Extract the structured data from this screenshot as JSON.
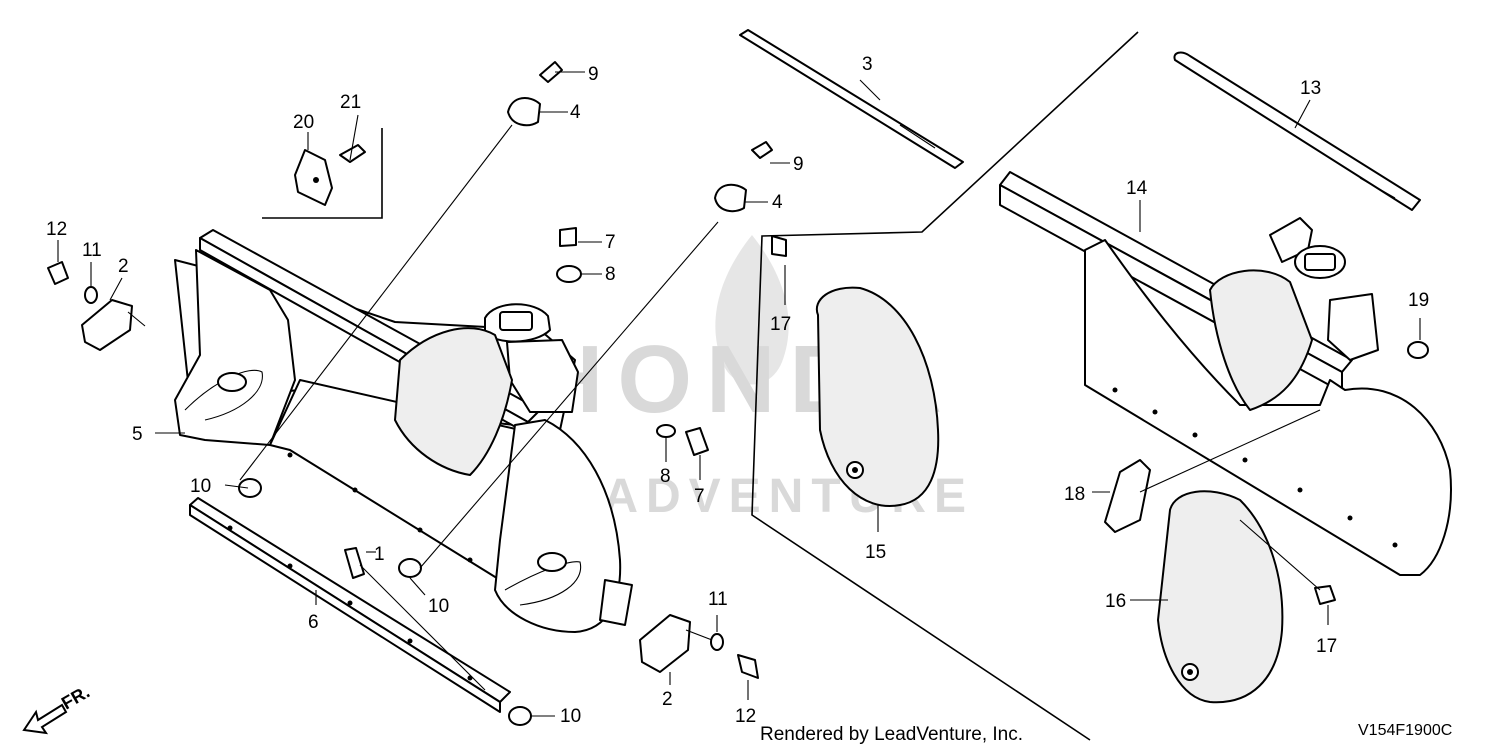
{
  "watermark": {
    "brand": "HONDA",
    "sub": "LEADVENTURE"
  },
  "footer": {
    "rendered_by": "Rendered by LeadVenture, Inc.",
    "diagram_code": "V154F1900C"
  },
  "direction": {
    "label": "FR."
  },
  "callouts": {
    "c1": "1",
    "c2a": "2",
    "c2b": "2",
    "c3": "3",
    "c4a": "4",
    "c4b": "4",
    "c5": "5",
    "c6": "6",
    "c7a": "7",
    "c7b": "7",
    "c8a": "8",
    "c8b": "8",
    "c9a": "9",
    "c9b": "9",
    "c10a": "10",
    "c10b": "10",
    "c10c": "10",
    "c11a": "11",
    "c11b": "11",
    "c12a": "12",
    "c12b": "12",
    "c13": "13",
    "c14": "14",
    "c15": "15",
    "c16": "16",
    "c17a": "17",
    "c17b": "17",
    "c18": "18",
    "c19": "19",
    "c20": "20",
    "c21": "21"
  }
}
